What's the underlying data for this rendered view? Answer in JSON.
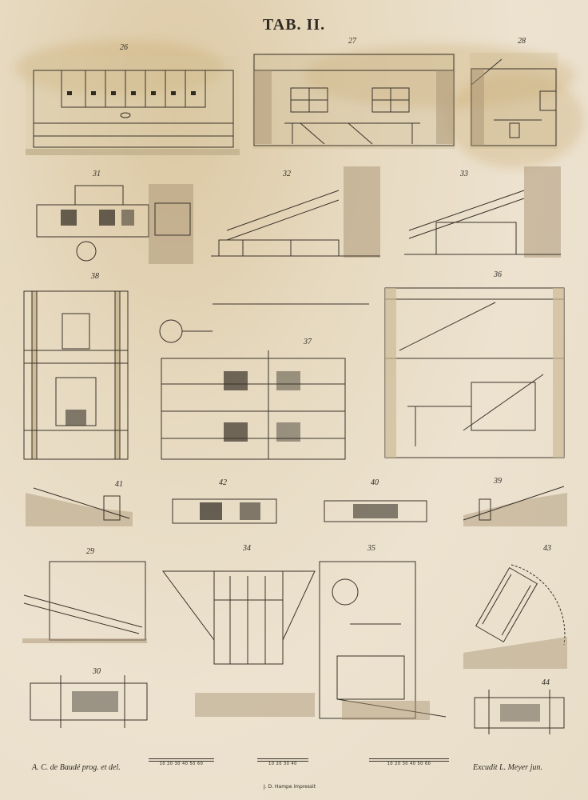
{
  "plate": {
    "title": "TAB. II.",
    "figures": [
      {
        "id": "f26",
        "label": "26"
      },
      {
        "id": "f27",
        "label": "27"
      },
      {
        "id": "f28",
        "label": "28"
      },
      {
        "id": "f31",
        "label": "31"
      },
      {
        "id": "f32",
        "label": "32"
      },
      {
        "id": "f33",
        "label": "33"
      },
      {
        "id": "f38",
        "label": "38"
      },
      {
        "id": "f37",
        "label": "37"
      },
      {
        "id": "f36",
        "label": "36"
      },
      {
        "id": "f41",
        "label": "41"
      },
      {
        "id": "f42",
        "label": "42"
      },
      {
        "id": "f40",
        "label": "40"
      },
      {
        "id": "f39",
        "label": "39"
      },
      {
        "id": "f29",
        "label": "29"
      },
      {
        "id": "f34",
        "label": "34"
      },
      {
        "id": "f35",
        "label": "35"
      },
      {
        "id": "f43",
        "label": "43"
      },
      {
        "id": "f30",
        "label": "30"
      },
      {
        "id": "f44",
        "label": "44"
      }
    ],
    "credit_left": "A. C. de Baudé prog. et del.",
    "credit_right": "Excudit L. Meyer jun.",
    "printer": "J. D. Hampe impressit",
    "scales": [
      "10 20 30 40 50 60",
      "10 20 30 40",
      "10 20 30 40 50 60"
    ]
  }
}
